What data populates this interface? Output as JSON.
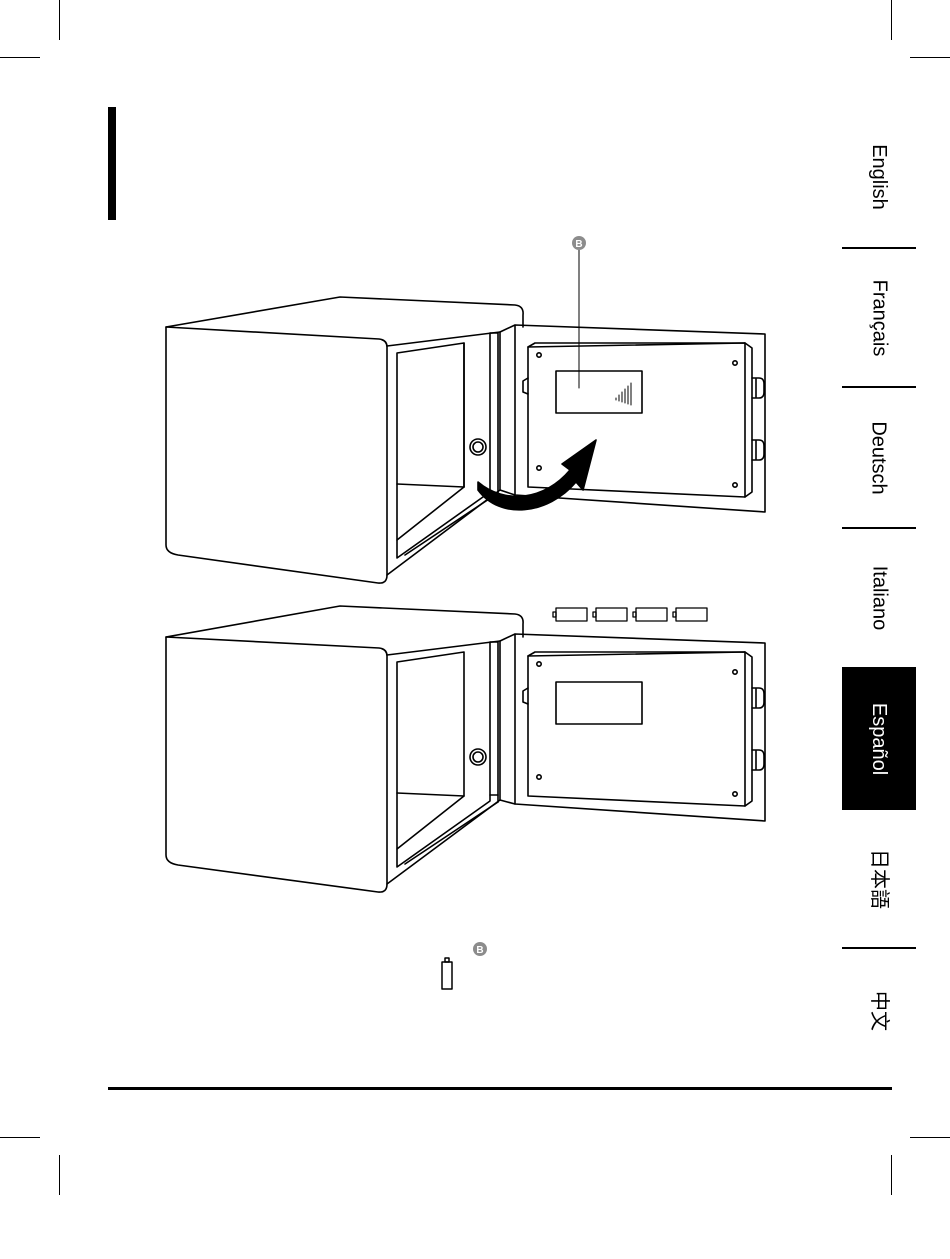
{
  "callout": {
    "letter": "B"
  },
  "colors": {
    "ink": "#000000",
    "callout_gray": "#8c8c8c",
    "active_tab_bg": "#000000",
    "active_tab_text": "#ffffff"
  },
  "language_tabs": [
    {
      "label": "English",
      "active": false
    },
    {
      "label": "Français",
      "active": false
    },
    {
      "label": "Deutsch",
      "active": false
    },
    {
      "label": "Italiano",
      "active": false
    },
    {
      "label": "Español",
      "active": true
    },
    {
      "label": "日本語",
      "active": false
    },
    {
      "label": "中文",
      "active": false
    }
  ],
  "icons": [
    "battery-icon",
    "curved-arrow-icon",
    "callout-b-icon"
  ]
}
